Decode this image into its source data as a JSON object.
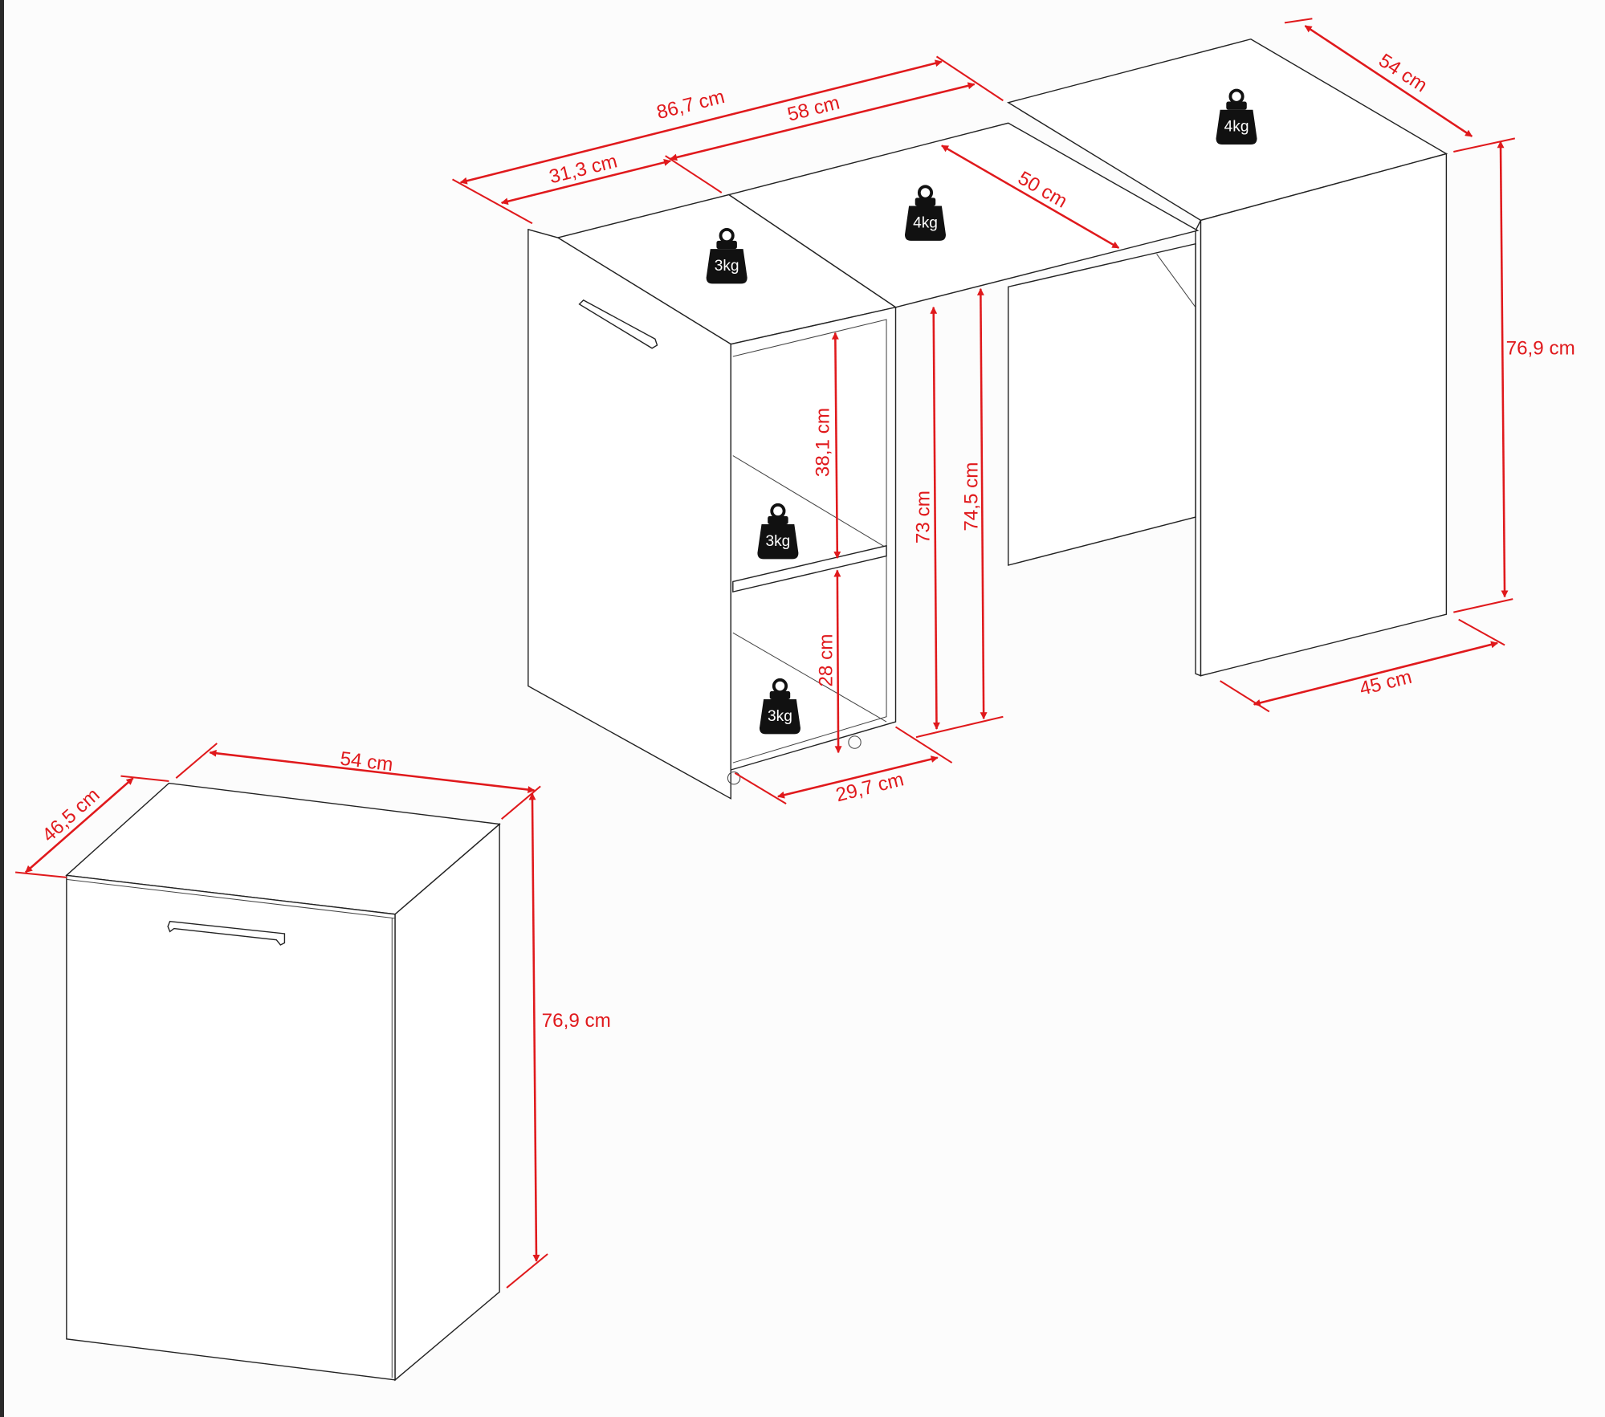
{
  "colors": {
    "dimension": "#e0191c",
    "outline": "#222222",
    "weight": "#111111"
  },
  "desk": {
    "dimensions": {
      "total_length": "86,7 cm",
      "extension_length": "58 cm",
      "cabinet_width": "31,3 cm",
      "extension_depth": "50 cm",
      "right_depth": "54 cm",
      "right_height": "76,9 cm",
      "right_width": "45 cm",
      "upper_shelf": "38,1 cm",
      "lower_shelf": "28 cm",
      "clearance_inner": "73 cm",
      "clearance_outer": "74,5 cm",
      "shelf_depth": "29,7 cm"
    },
    "weights": {
      "left_top": "3kg",
      "middle_top": "4kg",
      "right_top": "4kg",
      "upper_shelf": "3kg",
      "lower_shelf": "3kg"
    }
  },
  "closed": {
    "dimensions": {
      "width": "54 cm",
      "depth": "46,5 cm",
      "height": "76,9 cm"
    }
  }
}
